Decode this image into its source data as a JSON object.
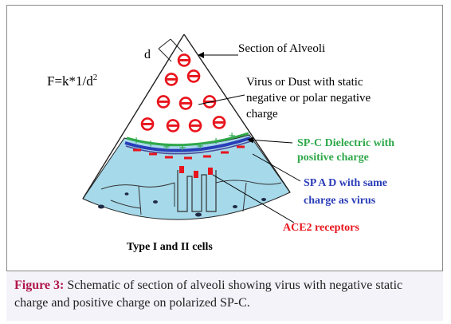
{
  "formula": "F=k*1/d",
  "formula_exp": "2",
  "distance_label": "d",
  "labels": {
    "section": "Section of Alveoli",
    "virus_line1": "Virus or Dust with static",
    "virus_line2": "negative or polar negative",
    "virus_line3": "charge",
    "spc_line1": "SP-C Dielectric with",
    "spc_line2": "positive charge",
    "spad_line1": "SP A D with same",
    "spad_line2": "charge as virus",
    "ace2": "ACE2 receptors",
    "cells": "Type I and II cells"
  },
  "charges": {
    "negative": "⊖",
    "positive": "+",
    "minus": "–"
  },
  "colors": {
    "virus_red": "#e8141c",
    "spc_green": "#2fa84a",
    "spad_blue": "#2a3db8",
    "cell_fill": "#a6d9ea",
    "caption_accent": "#b0174a"
  },
  "caption": {
    "label": "Figure 3:",
    "text": " Schematic of section of alveoli showing virus with negative static charge and positive charge on polarized SP-C."
  }
}
